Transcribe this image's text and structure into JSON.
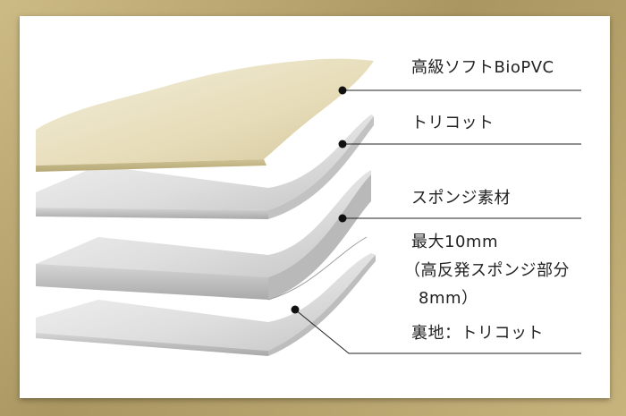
{
  "labels": {
    "top_layer": "高級ソフトBioPVC",
    "tricot": "トリコット",
    "sponge": "スポンジ素材",
    "max_thickness": "最大10mm",
    "detail_line1": "（高反発スポンジ部分",
    "detail_line2": "8mm）",
    "backing": "裏地：トリコット"
  },
  "colors": {
    "frame": "#b7a46c",
    "top_layer": "#e9e1c3",
    "layer_gray": "#dcdcdc",
    "line": "#222222"
  }
}
